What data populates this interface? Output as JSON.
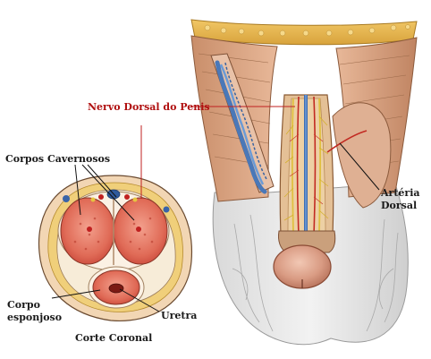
{
  "labels": {
    "nervo_dorsal": "Nervo Dorsal do Penis",
    "corpos_cavernosos": "Corpos Cavernosos",
    "corpo_esponjoso_1": "Corpo",
    "corpo_esponjoso_2": "esponjoso",
    "uretra": "Uretra",
    "corte_coronal": "Corte Coronal",
    "arteria_1": "Artéria",
    "arteria_2": "Dorsal"
  },
  "colors": {
    "label_red": "#b01010",
    "label_dark": "#1a1a1a",
    "leader_red": "#c02020",
    "leader_dark": "#111111"
  }
}
